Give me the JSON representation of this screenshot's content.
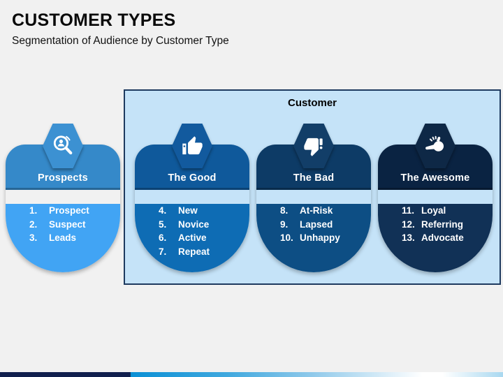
{
  "slide": {
    "title": "CUSTOMER TYPES",
    "subtitle": "Segmentation of Audience by Customer Type"
  },
  "customer_box": {
    "label": "Customer",
    "bg_color": "#C5E3F8",
    "border_color": "#1E3A5F"
  },
  "groups": [
    {
      "id": "prospects",
      "title": "Prospects",
      "icon": "search-person-icon",
      "inside_customer_box": false,
      "colors": {
        "hexagon": "#3C91D2",
        "header": "#3589C9",
        "body": "#41A4F4"
      },
      "items": [
        {
          "num": "1.",
          "label": "Prospect"
        },
        {
          "num": "2.",
          "label": "Suspect"
        },
        {
          "num": "3.",
          "label": "Leads"
        }
      ]
    },
    {
      "id": "the-good",
      "title": "The Good",
      "icon": "thumbs-up-icon",
      "inside_customer_box": true,
      "colors": {
        "hexagon": "#125A9E",
        "header": "#0F599B",
        "body": "#0E6CB4"
      },
      "items": [
        {
          "num": "4.",
          "label": "New"
        },
        {
          "num": "5.",
          "label": "Novice"
        },
        {
          "num": "6.",
          "label": "Active"
        },
        {
          "num": "7.",
          "label": "Repeat"
        }
      ]
    },
    {
      "id": "the-bad",
      "title": "The Bad",
      "icon": "thumbs-down-icon",
      "inside_customer_box": true,
      "colors": {
        "hexagon": "#123E68",
        "header": "#0D3B66",
        "body": "#0D4E84"
      },
      "items": [
        {
          "num": "8.",
          "label": "At-Risk"
        },
        {
          "num": "9.",
          "label": "Lapsed"
        },
        {
          "num": "10.",
          "label": "Unhappy"
        }
      ]
    },
    {
      "id": "the-awesome",
      "title": "The Awesome",
      "icon": "snap-fingers-icon",
      "inside_customer_box": true,
      "colors": {
        "hexagon": "#0E2846",
        "header": "#0A2342",
        "body": "#113156"
      },
      "items": [
        {
          "num": "11.",
          "label": "Loyal"
        },
        {
          "num": "12.",
          "label": "Referring"
        },
        {
          "num": "13.",
          "label": "Advocate"
        }
      ]
    }
  ],
  "footer_bar": {
    "colors": {
      "navy": "#101F4D",
      "bright_blue": "#0B90D5",
      "mid_blue": "#3FA8DE",
      "light_blue": "#8FC9EA",
      "white": "#FFFFFF",
      "pale_blue": "#A9D8F0"
    }
  }
}
